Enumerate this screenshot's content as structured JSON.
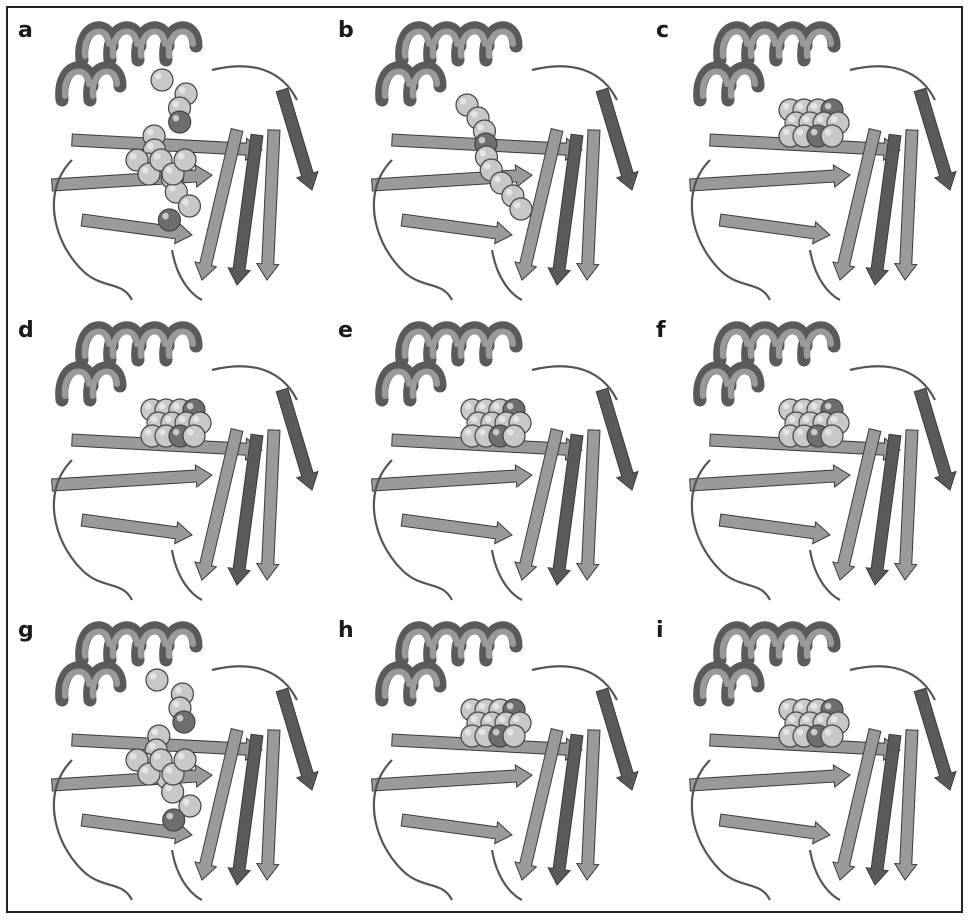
{
  "figure": {
    "panels": [
      {
        "id": "a",
        "label": "a",
        "ligand": "elongated"
      },
      {
        "id": "b",
        "label": "b",
        "ligand": "chain"
      },
      {
        "id": "c",
        "label": "c",
        "ligand": "cluster"
      },
      {
        "id": "d",
        "label": "d",
        "ligand": "cluster"
      },
      {
        "id": "e",
        "label": "e",
        "ligand": "cluster"
      },
      {
        "id": "f",
        "label": "f",
        "ligand": "cluster"
      },
      {
        "id": "g",
        "label": "g",
        "ligand": "elongated"
      },
      {
        "id": "h",
        "label": "h",
        "ligand": "cluster"
      },
      {
        "id": "i",
        "label": "i",
        "ligand": "cluster"
      }
    ],
    "colors": {
      "frame": "#222222",
      "ribbon_light": "#9a9a9a",
      "ribbon_dark": "#5a5a5a",
      "ligand": "#c8c8c8",
      "ligand_dark": "#6e6e6e"
    }
  }
}
